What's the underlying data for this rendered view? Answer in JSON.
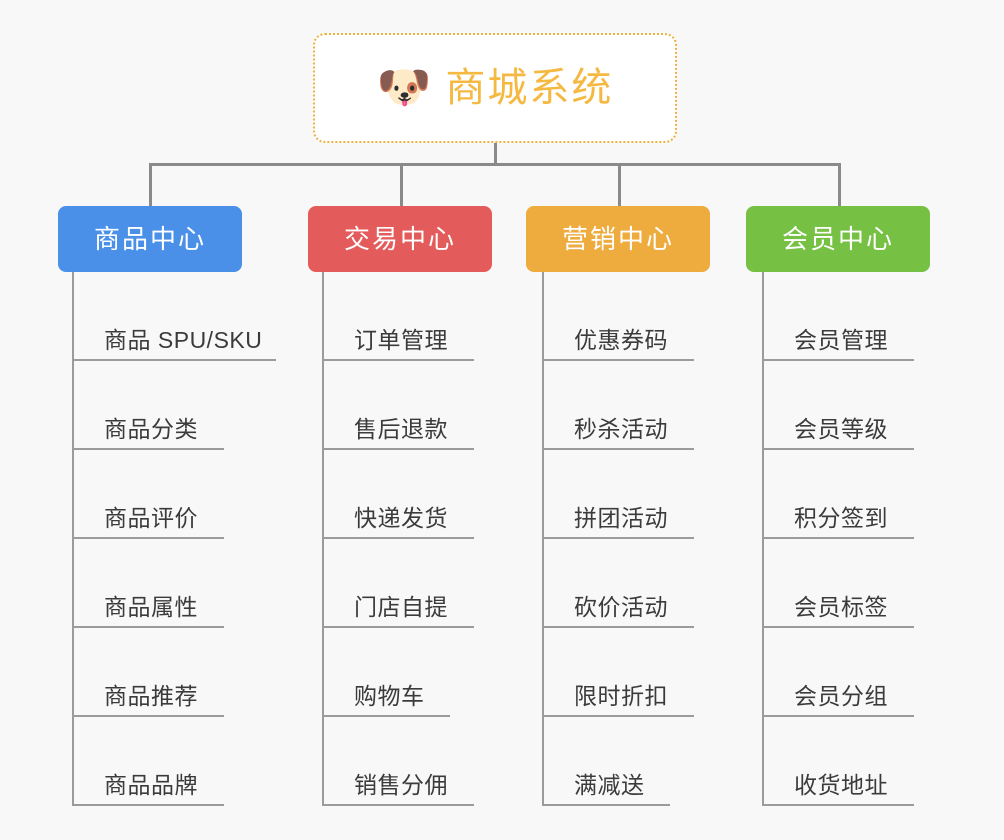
{
  "diagram": {
    "title": "商城系统",
    "background_color": "#f8f8f8",
    "root": {
      "label": "商城系统",
      "icon": "dog-face-emoji",
      "emoji": "🐶",
      "text_color": "#f5b942",
      "border_color": "#f0b03c",
      "background_color": "#ffffff"
    },
    "connector_color": "#8a8a8a",
    "leaf_line_color": "#9b9b9b",
    "leaf_text_color": "#3b3b3b",
    "categories": [
      {
        "label": "商品中心",
        "color": "#4a90e8",
        "items": [
          "商品 SPU/SKU",
          "商品分类",
          "商品评价",
          "商品属性",
          "商品推荐",
          "商品品牌"
        ]
      },
      {
        "label": "交易中心",
        "color": "#e35b5b",
        "items": [
          "订单管理",
          "售后退款",
          "快递发货",
          "门店自提",
          "购物车",
          "销售分佣"
        ]
      },
      {
        "label": "营销中心",
        "color": "#eeab3e",
        "items": [
          "优惠券码",
          "秒杀活动",
          "拼团活动",
          "砍价活动",
          "限时折扣",
          "满减送"
        ]
      },
      {
        "label": "会员中心",
        "color": "#76c043",
        "items": [
          "会员管理",
          "会员等级",
          "积分签到",
          "会员标签",
          "会员分组",
          "收货地址"
        ]
      }
    ]
  }
}
